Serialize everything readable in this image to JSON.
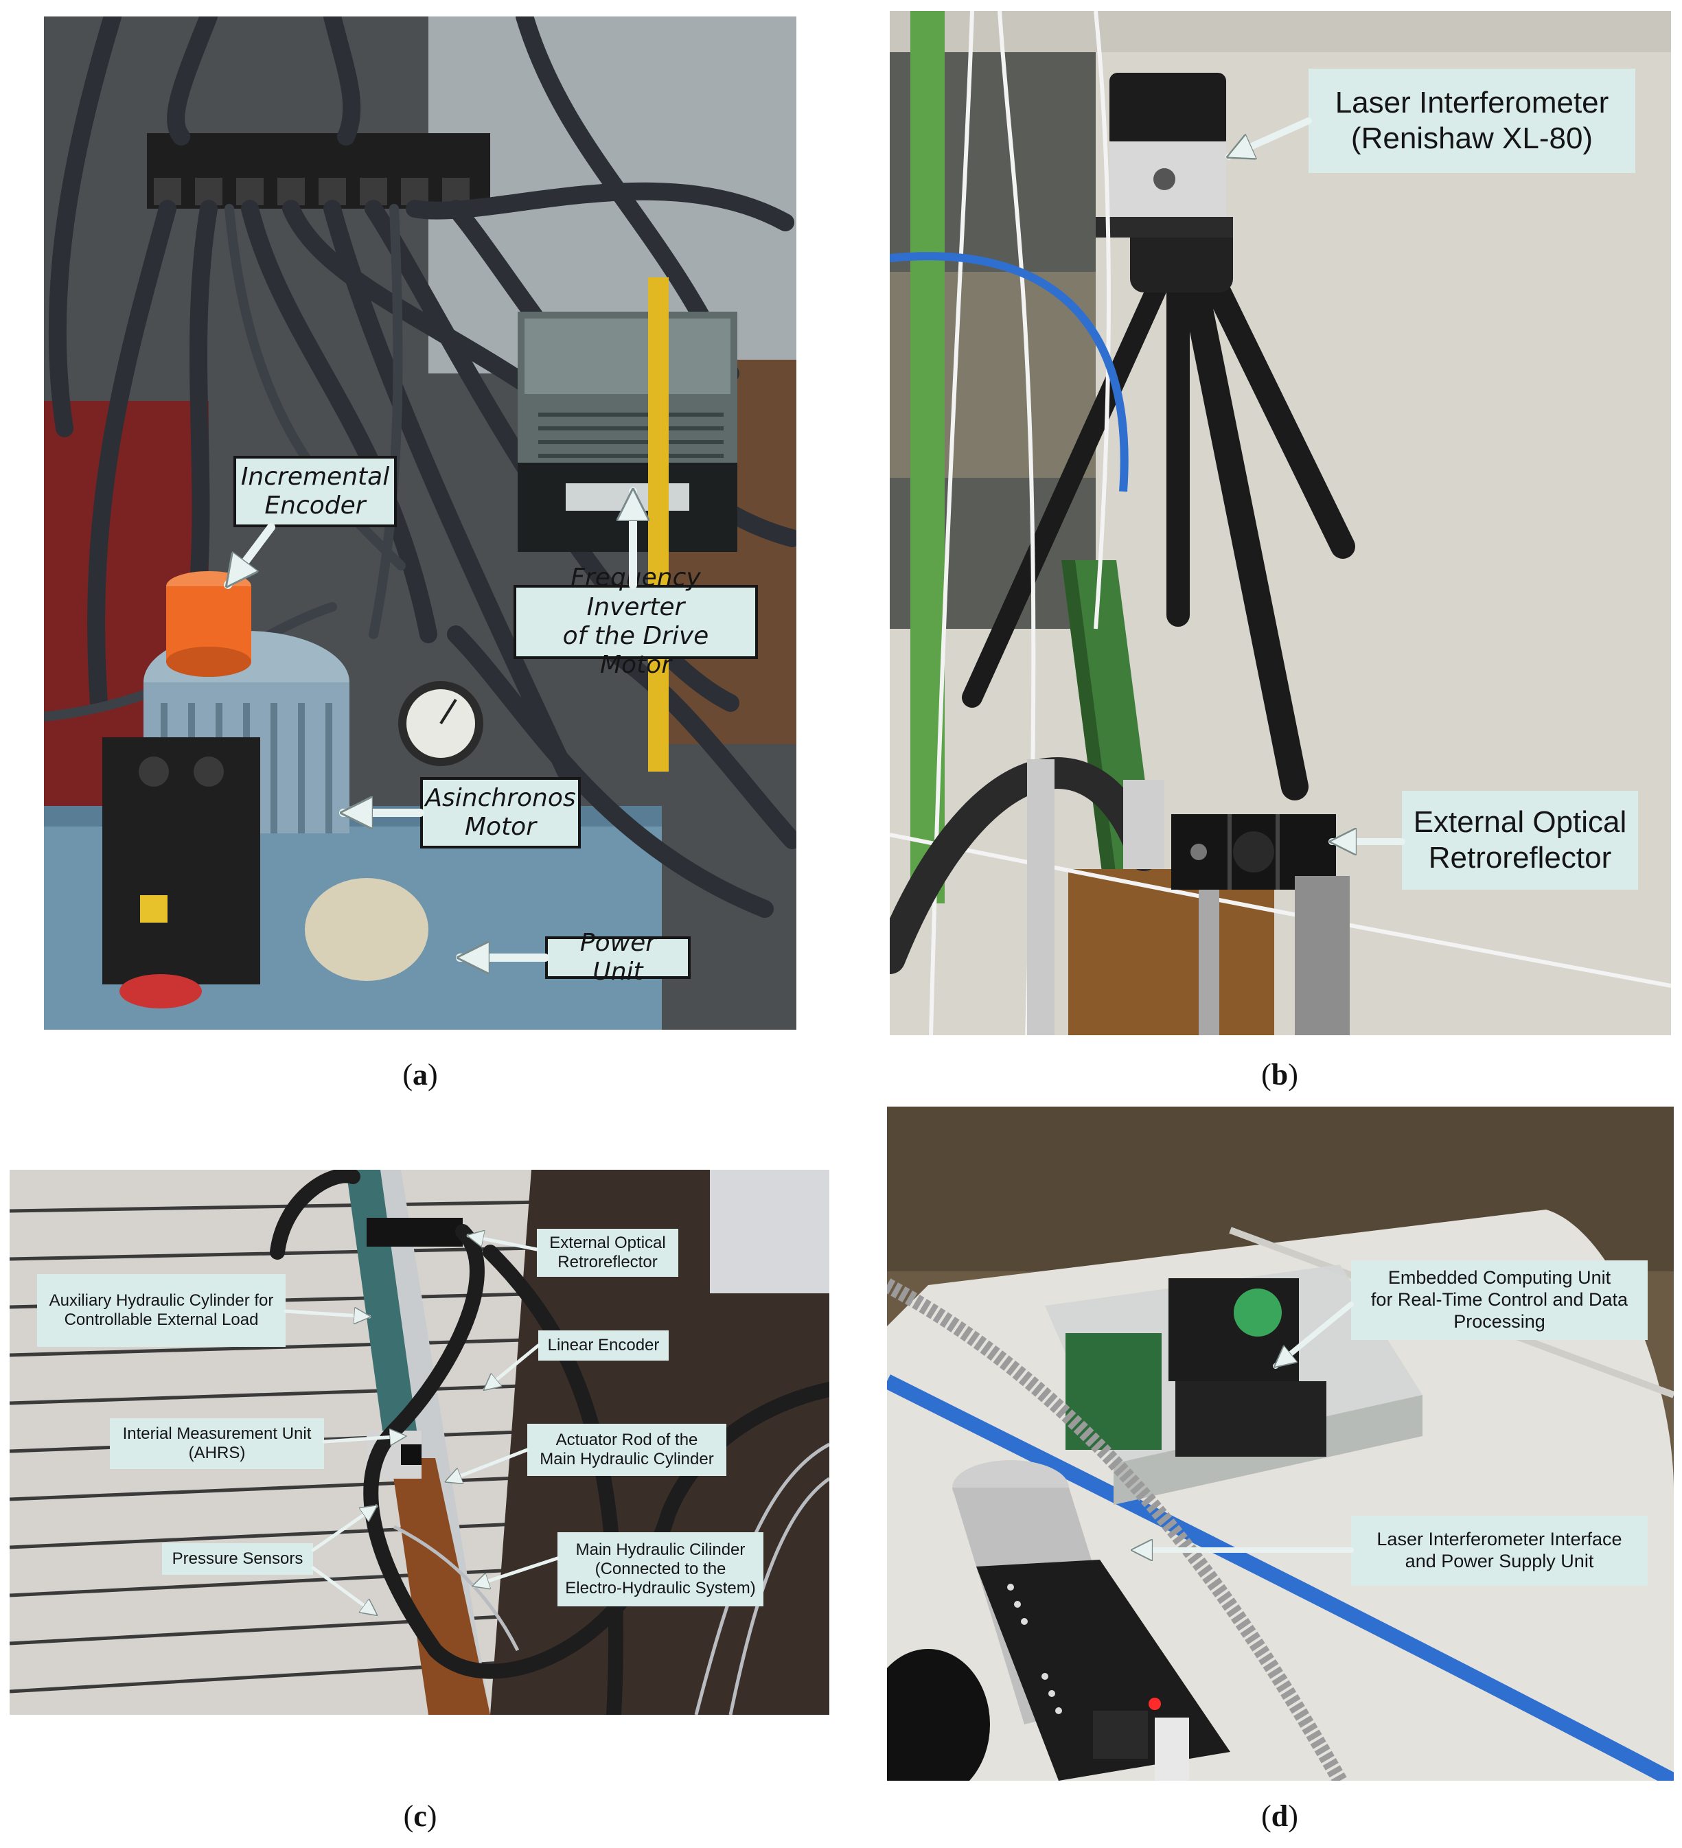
{
  "panels": {
    "a": {
      "caption_open": "(",
      "caption_letter": "a",
      "caption_close": ")",
      "labels": {
        "incremental_encoder": [
          "Incremental",
          "Encoder"
        ],
        "frequency_inverter": [
          "Frequency Inverter",
          "of the Drive Motor"
        ],
        "asinchronos_motor": [
          "Asinchronos",
          "Motor"
        ],
        "power_unit": [
          "Power Unit"
        ]
      }
    },
    "b": {
      "caption_open": "(",
      "caption_letter": "b",
      "caption_close": ")",
      "labels": {
        "laser_interferometer": [
          "Laser Interferometer",
          "(Renishaw XL-80)"
        ],
        "external_retroreflector": [
          "External Optical",
          "Retroreflector"
        ]
      }
    },
    "c": {
      "caption_open": "(",
      "caption_letter": "c",
      "caption_close": ")",
      "labels": {
        "external_retroreflector": [
          "External Optical",
          "Retroreflector"
        ],
        "auxiliary_cylinder": [
          "Auxiliary Hydraulic Cylinder for",
          "Controllable External Load"
        ],
        "linear_encoder": [
          "Linear Encoder"
        ],
        "imu": [
          "Interial Measurement Unit",
          "(AHRS)"
        ],
        "actuator_rod": [
          "Actuator Rod of the",
          "Main Hydraulic Cylinder"
        ],
        "pressure_sensors": [
          "Pressure Sensors"
        ],
        "main_cylinder": [
          "Main Hydraulic Cilinder",
          "(Connected to the",
          "Electro-Hydraulic System)"
        ]
      }
    },
    "d": {
      "caption_open": "(",
      "caption_letter": "d",
      "caption_close": ")",
      "labels": {
        "computing_unit": [
          "Embedded Computing Unit",
          "for Real-Time Control and Data",
          "Processing"
        ],
        "interface_unit": [
          "Laser Interferometer Interface",
          "and Power Supply Unit"
        ]
      }
    }
  },
  "colors": {
    "label_bg": "#d9ecea",
    "arrow": "#e8f2f0",
    "orange_encoder": "#ee6a25",
    "motor_blue": "#8aa6b8",
    "power_unit_blue": "#6f95ad",
    "floor": "#d8d6cd",
    "cable_blue": "#2f6fd0"
  }
}
